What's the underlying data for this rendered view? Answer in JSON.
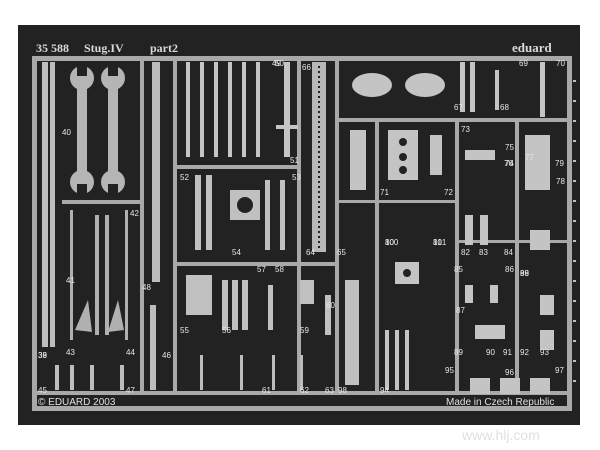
{
  "header": {
    "kit_number": "35 588",
    "title": "Stug.IV",
    "part": "part2",
    "brand": "eduard"
  },
  "footer": {
    "copyright": "© EDUARD 2003",
    "made_in": "Made in Czech Republic"
  },
  "watermark": "www.hlj.com",
  "colors": {
    "background": "#ffffff",
    "fret": "#222222",
    "metal": "#a9a9a9",
    "metal_light": "#cfcfcf"
  },
  "part_numbers": [
    "38",
    "39",
    "40",
    "41",
    "42",
    "43",
    "44",
    "45",
    "46",
    "47",
    "48",
    "49",
    "50",
    "51",
    "52",
    "53",
    "54",
    "55",
    "56",
    "57",
    "58",
    "59",
    "60",
    "61",
    "62",
    "63",
    "64",
    "65",
    "66",
    "67",
    "68",
    "69",
    "70",
    "71",
    "72",
    "73",
    "74",
    "75",
    "76",
    "77",
    "78",
    "79",
    "80",
    "81",
    "82",
    "83",
    "84",
    "85",
    "86",
    "87",
    "88",
    "89",
    "90",
    "91",
    "92",
    "93",
    "94",
    "95",
    "96",
    "97",
    "98",
    "99",
    "100",
    "101"
  ]
}
